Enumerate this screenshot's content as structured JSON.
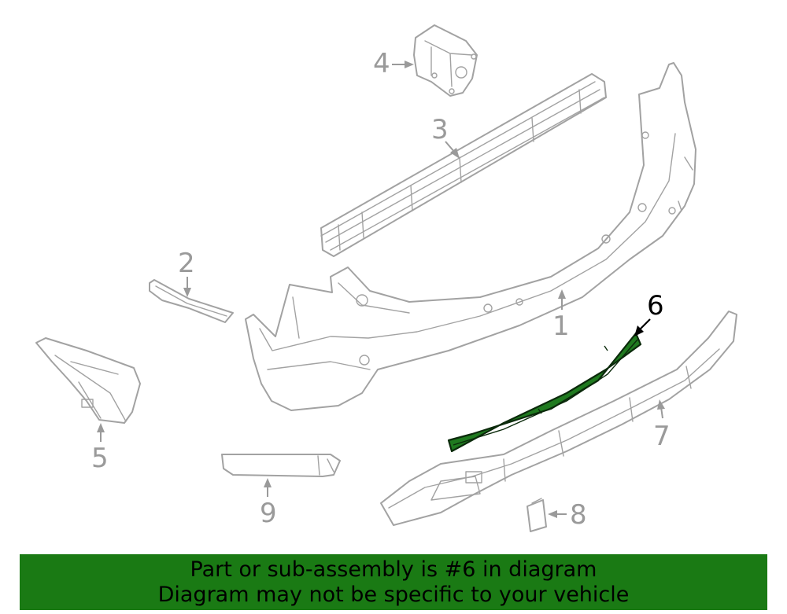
{
  "callouts": {
    "c1": "1",
    "c2": "2",
    "c3": "3",
    "c4": "4",
    "c5": "5",
    "c6": "6",
    "c7": "7",
    "c8": "8",
    "c9": "9"
  },
  "highlighted_part": "6",
  "banner": {
    "line1": "Part or sub-assembly is #6 in diagram",
    "line2": "Diagram may not be specific to your vehicle"
  },
  "colors": {
    "highlight_fill": "#1f7a1f",
    "banner_background": "#1a7a14",
    "line_art": "#a2a2a2"
  }
}
